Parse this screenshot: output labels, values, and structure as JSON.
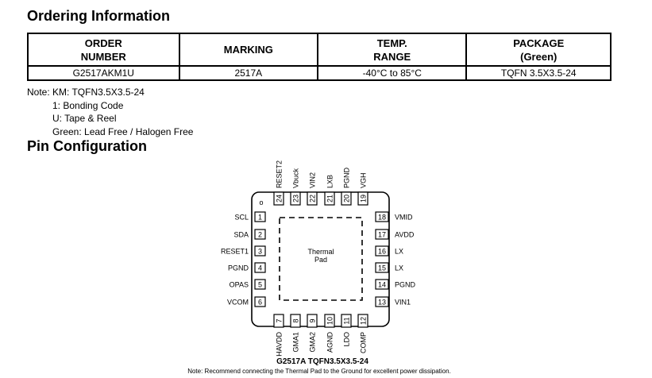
{
  "ordering": {
    "title": "Ordering Information",
    "headers": [
      {
        "line1": "ORDER",
        "line2": "NUMBER"
      },
      {
        "line1": "MARKING",
        "line2": ""
      },
      {
        "line1": "TEMP.",
        "line2": "RANGE"
      },
      {
        "line1": "PACKAGE",
        "line2": "(Green)"
      }
    ],
    "row": [
      "G2517AKM1U",
      "2517A",
      "-40°C to 85°C",
      "TQFN 3.5X3.5-24"
    ]
  },
  "notes": [
    "Note: KM: TQFN3.5X3.5-24",
    "1: Bonding Code",
    "U: Tape & Reel",
    "Green: Lead Free / Halogen Free"
  ],
  "pin_config": {
    "title": "Pin Configuration",
    "left": [
      {
        "num": "1",
        "name": "SCL"
      },
      {
        "num": "2",
        "name": "SDA"
      },
      {
        "num": "3",
        "name": "RESET1"
      },
      {
        "num": "4",
        "name": "PGND"
      },
      {
        "num": "5",
        "name": "OPAS"
      },
      {
        "num": "6",
        "name": "VCOM"
      }
    ],
    "bottom": [
      {
        "num": "7",
        "name": "HAVDD"
      },
      {
        "num": "8",
        "name": "GMA1"
      },
      {
        "num": "9",
        "name": "GMA2"
      },
      {
        "num": "10",
        "name": "AGND"
      },
      {
        "num": "11",
        "name": "LDO"
      },
      {
        "num": "12",
        "name": "COMP"
      }
    ],
    "right": [
      {
        "num": "13",
        "name": "VIN1"
      },
      {
        "num": "14",
        "name": "PGND"
      },
      {
        "num": "15",
        "name": "LX"
      },
      {
        "num": "16",
        "name": "LX"
      },
      {
        "num": "17",
        "name": "AVDD"
      },
      {
        "num": "18",
        "name": "VMID"
      }
    ],
    "top": [
      {
        "num": "19",
        "name": "VGH"
      },
      {
        "num": "20",
        "name": "PGND"
      },
      {
        "num": "21",
        "name": "LXB"
      },
      {
        "num": "22",
        "name": "VIN2"
      },
      {
        "num": "23",
        "name": "Vbuck"
      },
      {
        "num": "24",
        "name": "RESET2"
      }
    ],
    "pin1_marker": "o",
    "pad_line1": "Thermal",
    "pad_line2": "Pad",
    "caption": "G2517A TQFN3.5X3.5-24",
    "footnote": "Note: Recommend connecting the Thermal Pad to the Ground for excellent power dissipation."
  }
}
